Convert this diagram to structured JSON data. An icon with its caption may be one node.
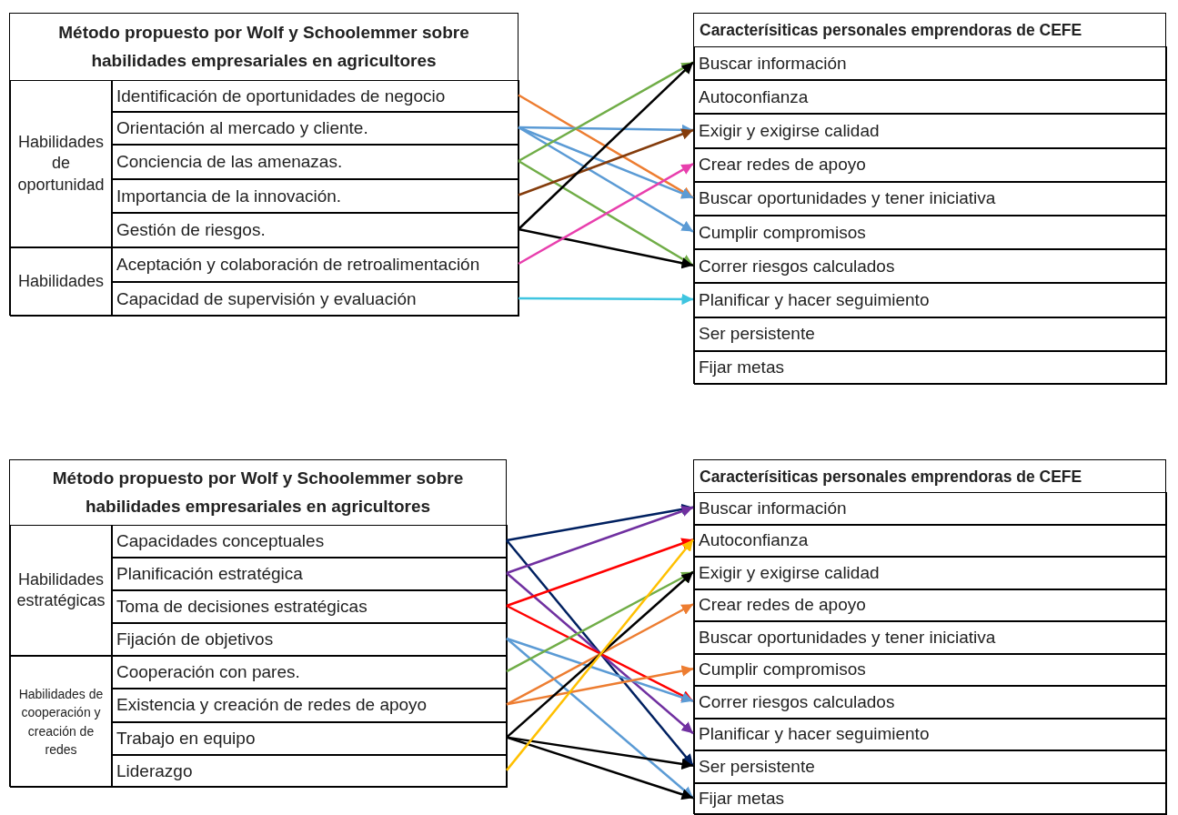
{
  "diagram": {
    "nodes": [
      {
        "text": [
          "Método propuesto por Wolf y Schoolemmer sobre habilidades empresariales en agricultores"
        ]
      },
      {
        "text": [
          "Habilidades de oportunidad"
        ],
        "in": 0
      },
      {
        "text": [
          "Identificación de oportunidades de negocio"
        ],
        "in": 0
      },
      {
        "text": [
          "Orientación al mercado y cliente."
        ],
        "in": 0
      },
      {
        "text": [
          "Conciencia de las amenazas."
        ],
        "in": 0
      },
      {
        "text": [
          "Importancia de la innovación."
        ],
        "in": 0
      },
      {
        "text": [
          "Gestión de riesgos."
        ],
        "in": 0
      },
      {
        "text": [
          "Habilidades"
        ],
        "in": 0
      },
      {
        "text": [
          "Aceptación y colaboración de retroalimentación"
        ],
        "in": 0
      },
      {
        "text": [
          "Capacidad de supervisión y evaluación"
        ],
        "in": 0
      },
      {
        "text": [
          "Caracterísiticas personales emprendoras de CEFE"
        ]
      },
      {
        "text": [
          "Buscar información"
        ],
        "in": 10
      },
      {
        "text": [
          "Autoconfianza"
        ],
        "in": 10
      },
      {
        "text": [
          "Exigir y exigirse calidad"
        ],
        "in": 10
      },
      {
        "text": [
          "Crear redes de apoyo"
        ],
        "in": 10
      },
      {
        "text": [
          "Buscar oportunidades y tener iniciativa"
        ],
        "in": 10
      },
      {
        "text": [
          "Cumplir compromisos"
        ],
        "in": 10
      },
      {
        "text": [
          "Correr riesgos calculados"
        ],
        "in": 10
      },
      {
        "text": [
          "Planificar y hacer seguimiento"
        ],
        "in": 10
      },
      {
        "text": [
          "Ser persistente"
        ],
        "in": 10
      },
      {
        "text": [
          "Fijar metas"
        ],
        "in": 10
      },
      {
        "text": [
          "Método propuesto por Wolf y Schoolemmer sobre habilidades empresariales en agricultores"
        ]
      },
      {
        "text": [
          "Habilidades estratégicas"
        ],
        "in": 21
      },
      {
        "text": [
          "Capacidades conceptuales"
        ],
        "in": 21
      },
      {
        "text": [
          "Planificación estratégica"
        ],
        "in": 21
      },
      {
        "text": [
          "Toma de decisiones estratégicas"
        ],
        "in": 21
      },
      {
        "text": [
          "Fijación de objetivos"
        ],
        "in": 21
      },
      {
        "text": [
          "Habilidades de cooperación y creación de redes"
        ],
        "in": 21
      },
      {
        "text": [
          "Cooperación con pares."
        ],
        "in": 21
      },
      {
        "text": [
          "Existencia y creación de redes de apoyo"
        ],
        "in": 21
      },
      {
        "text": [
          "Trabajo en equipo"
        ],
        "in": 21
      },
      {
        "text": [
          "Liderazgo"
        ],
        "in": 21
      },
      {
        "text": [
          "Caracterísiticas personales emprendoras de CEFE"
        ]
      },
      {
        "text": [
          "Buscar información"
        ],
        "in": 32
      },
      {
        "text": [
          "Autoconfianza"
        ],
        "in": 32
      },
      {
        "text": [
          "Exigir y exigirse calidad"
        ],
        "in": 32
      },
      {
        "text": [
          "Crear redes de apoyo"
        ],
        "in": 32
      },
      {
        "text": [
          "Buscar oportunidades y tener iniciativa"
        ],
        "in": 32
      },
      {
        "text": [
          "Cumplir compromisos"
        ],
        "in": 32
      },
      {
        "text": [
          "Correr riesgos calculados"
        ],
        "in": 32
      },
      {
        "text": [
          "Planificar y hacer seguimiento"
        ],
        "in": 32
      },
      {
        "text": [
          "Ser persistente"
        ],
        "in": 32
      },
      {
        "text": [
          "Fijar metas"
        ],
        "in": 32
      }
    ],
    "edges": [
      {
        "from": 2,
        "to": 15,
        "arrow": "to",
        "color": "#ed7d31"
      },
      {
        "from": 3,
        "to": 13,
        "arrow": "to",
        "color": "#5b9bd5"
      },
      {
        "from": 3,
        "to": 15,
        "arrow": "to",
        "color": "#5b9bd5"
      },
      {
        "from": 3,
        "to": 16,
        "arrow": "to",
        "color": "#5b9bd5"
      },
      {
        "from": 4,
        "to": 11,
        "arrow": "to",
        "color": "#70ad47"
      },
      {
        "from": 4,
        "to": 17,
        "arrow": "to",
        "color": "#70ad47"
      },
      {
        "from": 5,
        "to": 13,
        "arrow": "to",
        "color": "#843c0c"
      },
      {
        "from": 6,
        "to": 11,
        "arrow": "to",
        "color": "#000000"
      },
      {
        "from": 6,
        "to": 17,
        "arrow": "to",
        "color": "#000000"
      },
      {
        "from": 8,
        "to": 14,
        "arrow": "to",
        "color": "#e83fad"
      },
      {
        "from": 9,
        "to": 18,
        "arrow": "to",
        "color": "#3fc5e0"
      },
      {
        "from": 23,
        "to": 33,
        "arrow": "to",
        "color": "#002060"
      },
      {
        "from": 23,
        "to": 41,
        "arrow": "to",
        "color": "#002060"
      },
      {
        "from": 24,
        "to": 33,
        "arrow": "to",
        "color": "#7030a0"
      },
      {
        "from": 24,
        "to": 40,
        "arrow": "to",
        "color": "#7030a0"
      },
      {
        "from": 25,
        "to": 34,
        "arrow": "to",
        "color": "#ff0000"
      },
      {
        "from": 25,
        "to": 39,
        "arrow": "to",
        "color": "#ff0000"
      },
      {
        "from": 26,
        "to": 39,
        "arrow": "to",
        "color": "#5b9bd5"
      },
      {
        "from": 26,
        "to": 42,
        "arrow": "to",
        "color": "#5b9bd5"
      },
      {
        "from": 28,
        "to": 35,
        "arrow": "to",
        "color": "#70ad47"
      },
      {
        "from": 29,
        "to": 36,
        "arrow": "to",
        "color": "#ed7d31"
      },
      {
        "from": 29,
        "to": 38,
        "arrow": "to",
        "color": "#ed7d31"
      },
      {
        "from": 30,
        "to": 35,
        "arrow": "to",
        "color": "#000000"
      },
      {
        "from": 30,
        "to": 41,
        "arrow": "to",
        "color": "#000000"
      },
      {
        "from": 30,
        "to": 42,
        "arrow": "to",
        "color": "#000000"
      },
      {
        "from": 31,
        "to": 34,
        "arrow": "to",
        "color": "#ffc000"
      }
    ]
  }
}
